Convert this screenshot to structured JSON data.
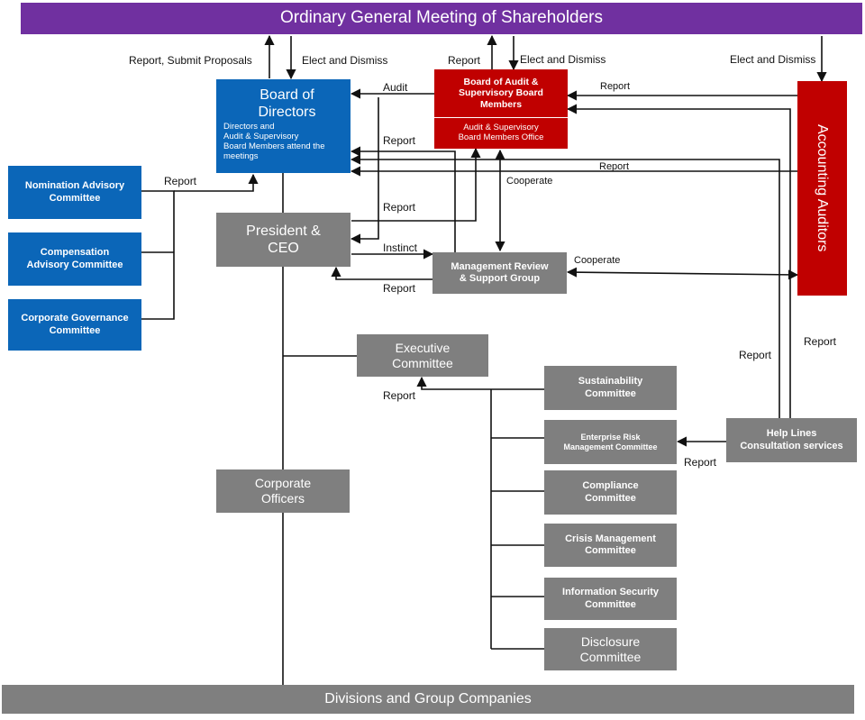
{
  "shareholders": "Ordinary General Meeting of Shareholders",
  "board": {
    "title_line1": "Board of",
    "title_line2": "Directors",
    "note_line1": "Directors and",
    "note_line2": "Audit & Supervisory",
    "note_line3": "Board Members attend the",
    "note_line4": "meetings"
  },
  "audit_board": {
    "title_line1": "Board of Audit &",
    "title_line2": "Supervisory Board",
    "title_line3": "Members",
    "office_line1": "Audit & Supervisory",
    "office_line2": "Board Members Office"
  },
  "accounting_auditors": "Accounting Auditors",
  "advisory": {
    "nomination": [
      "Nomination Advisory",
      "Committee"
    ],
    "compensation": [
      "Compensation",
      "Advisory Committee"
    ],
    "governance": [
      "Corporate Governance",
      "Committee"
    ]
  },
  "president": [
    "President &",
    "CEO"
  ],
  "management_review": [
    "Management Review",
    "& Support Group"
  ],
  "executive": [
    "Executive",
    "Committee"
  ],
  "corporate_officers": [
    "Corporate",
    "Officers"
  ],
  "committees": {
    "sustainability": [
      "Sustainability",
      "Committee"
    ],
    "risk": [
      "Enterprise Risk",
      "Management Committee"
    ],
    "compliance": [
      "Compliance",
      "Committee"
    ],
    "crisis": [
      "Crisis Management",
      "Committee"
    ],
    "infosec": [
      "Information Security",
      "Committee"
    ],
    "disclosure": [
      "Disclosure",
      "Committee"
    ]
  },
  "help_lines": [
    "Help Lines",
    "Consultation services"
  ],
  "divisions": "Divisions and Group Companies",
  "labels": {
    "report_submit": "Report, Submit Proposals",
    "elect_dismiss_1": "Elect and Dismiss",
    "report_top": "Report",
    "elect_dismiss_2": "Elect and Dismiss",
    "elect_dismiss_3": "Elect and Dismiss",
    "audit": "Audit",
    "report_auditors_to_audit": "Report",
    "report_to_board_1": "Report",
    "report_auditors_to_board": "Report",
    "report_advisory": "Report",
    "cooperate_1": "Cooperate",
    "report_president": "Report",
    "instinct": "Instinct",
    "cooperate_2": "Cooperate",
    "report_mr_president": "Report",
    "report_help_1": "Report",
    "report_help_2": "Report",
    "report_exec": "Report",
    "report_help_risk": "Report"
  },
  "colors": {
    "purple": "#7030a0",
    "blue": "#0b66b8",
    "gray": "#7f7f7f",
    "red": "#c00000"
  }
}
